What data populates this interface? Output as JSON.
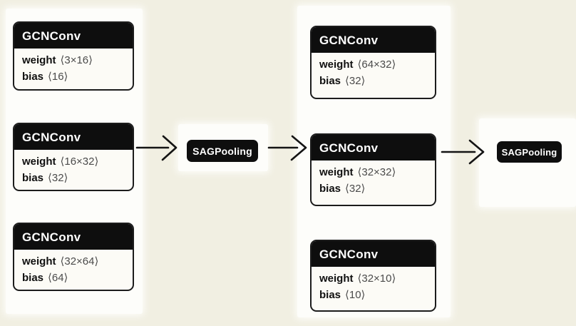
{
  "colors": {
    "background": "#f1efe2",
    "panel": "#fdfdfa",
    "node_header_bg": "#0e0e0e",
    "node_header_text": "#ffffff",
    "node_border": "#1c1c1c",
    "node_body_bg": "#fcfbf6",
    "attr_value": "#4b4b4b",
    "arrow": "#141414"
  },
  "stage1": {
    "convs": [
      {
        "title": "GCNConv",
        "attrs": [
          {
            "key": "weight",
            "value": "⟨3×16⟩"
          },
          {
            "key": "bias",
            "value": "⟨16⟩"
          }
        ]
      },
      {
        "title": "GCNConv",
        "attrs": [
          {
            "key": "weight",
            "value": "⟨16×32⟩"
          },
          {
            "key": "bias",
            "value": "⟨32⟩"
          }
        ]
      },
      {
        "title": "GCNConv",
        "attrs": [
          {
            "key": "weight",
            "value": "⟨32×64⟩"
          },
          {
            "key": "bias",
            "value": "⟨64⟩"
          }
        ]
      }
    ],
    "pool": {
      "label": "SAGPooling"
    }
  },
  "stage2": {
    "convs": [
      {
        "title": "GCNConv",
        "attrs": [
          {
            "key": "weight",
            "value": "⟨64×32⟩"
          },
          {
            "key": "bias",
            "value": "⟨32⟩"
          }
        ]
      },
      {
        "title": "GCNConv",
        "attrs": [
          {
            "key": "weight",
            "value": "⟨32×32⟩"
          },
          {
            "key": "bias",
            "value": "⟨32⟩"
          }
        ]
      },
      {
        "title": "GCNConv",
        "attrs": [
          {
            "key": "weight",
            "value": "⟨32×10⟩"
          },
          {
            "key": "bias",
            "value": "⟨10⟩"
          }
        ]
      }
    ],
    "pool": {
      "label": "SAGPooling"
    }
  }
}
